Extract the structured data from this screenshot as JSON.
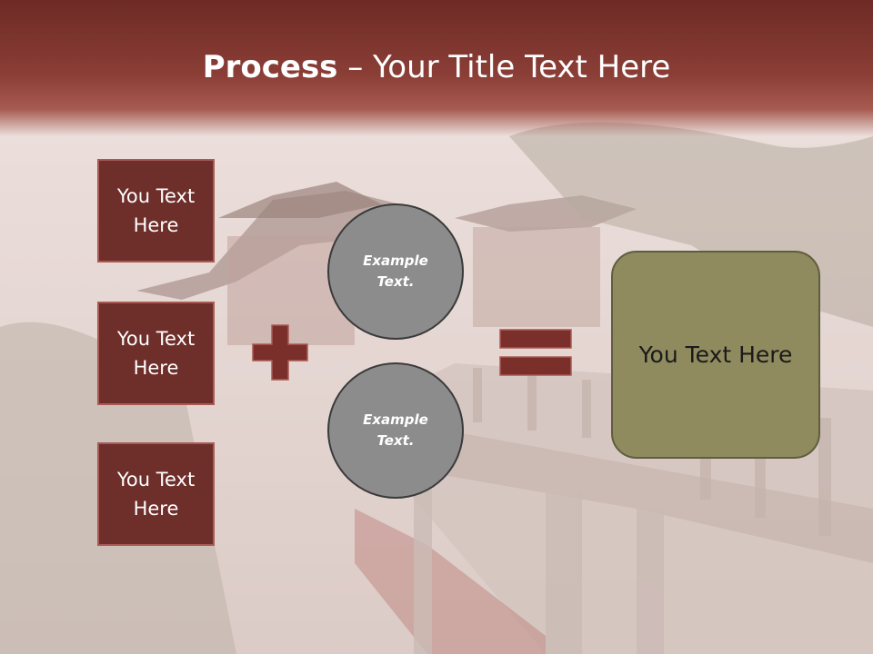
{
  "slide": {
    "title_bold": "Process",
    "title_rest": " – Your Title Text Here"
  },
  "left_boxes": [
    {
      "label": "You Text Here"
    },
    {
      "label": "You Text Here"
    },
    {
      "label": "You Text Here"
    }
  ],
  "circles": [
    {
      "label": "Example Text."
    },
    {
      "label": "Example Text."
    }
  ],
  "result_box": {
    "label": "You Text Here"
  },
  "icons": {
    "plus": "plus-icon",
    "equals": "equals-icon"
  },
  "colors": {
    "header": "#7a3530",
    "box_fill": "#6e2e2a",
    "circle_fill": "#8c8c8c",
    "result_fill": "#8f8b5f",
    "operator": "#7b2f2a"
  }
}
